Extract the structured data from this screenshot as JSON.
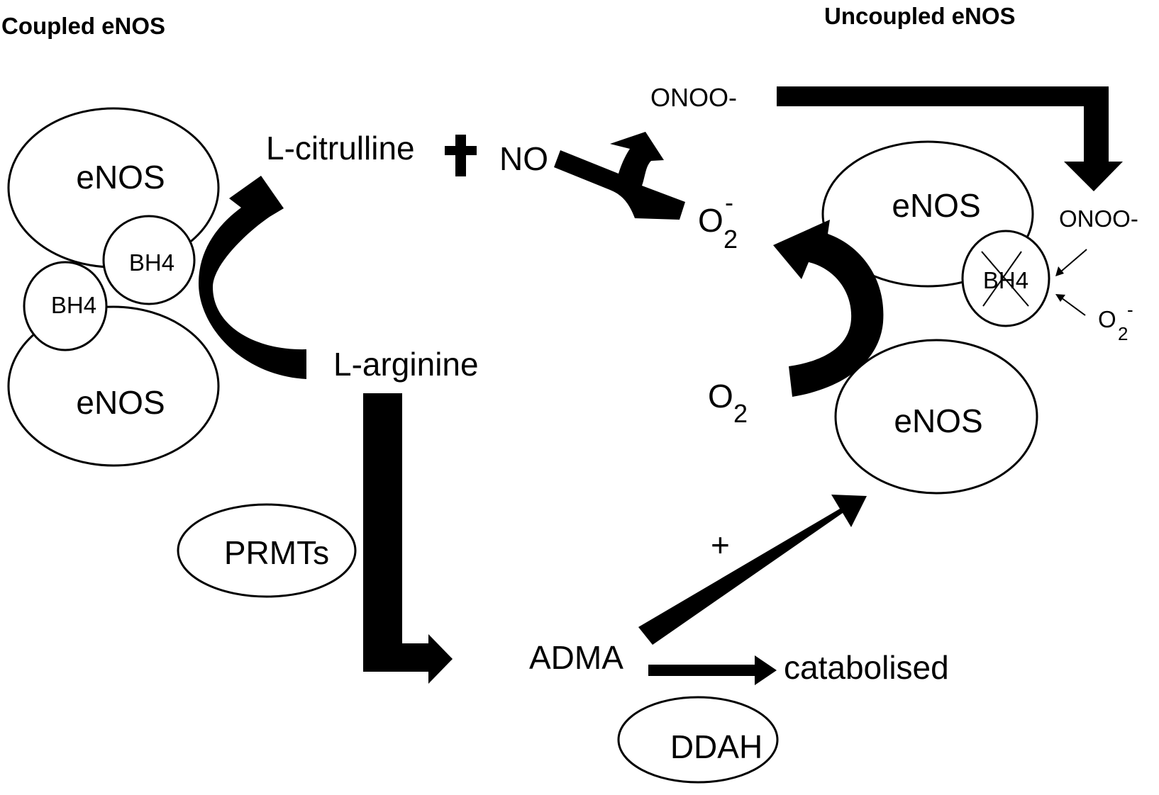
{
  "titles": {
    "coupled": "Coupled eNOS",
    "uncoupled": "Uncoupled eNOS"
  },
  "coupled": {
    "enos_top": "eNOS",
    "enos_bottom": "eNOS",
    "bh4_top": "BH4",
    "bh4_bottom": "BH4"
  },
  "uncoupled": {
    "enos_top": "eNOS",
    "enos_bottom": "eNOS",
    "bh4": "BH4"
  },
  "molecules": {
    "l_citrulline": "L-citrulline",
    "no": "NO",
    "onoo_top": "ONOO-",
    "onoo_right": "ONOO-",
    "o2_superoxide_base": "O",
    "o2_superoxide_sub": "2",
    "o2_superoxide_sup": "-",
    "o2_small_base": "O",
    "o2_small_sub": "2",
    "o2_small_sup": "-",
    "o2_base": "O",
    "o2_sub": "2",
    "l_arginine": "L-arginine",
    "adma": "ADMA",
    "catabolised": "catabolised",
    "plus_sign": "+"
  },
  "enzymes": {
    "prmts": "PRMTs",
    "ddah": "DDAH"
  },
  "colors": {
    "ink": "#000000",
    "background": "#ffffff"
  }
}
